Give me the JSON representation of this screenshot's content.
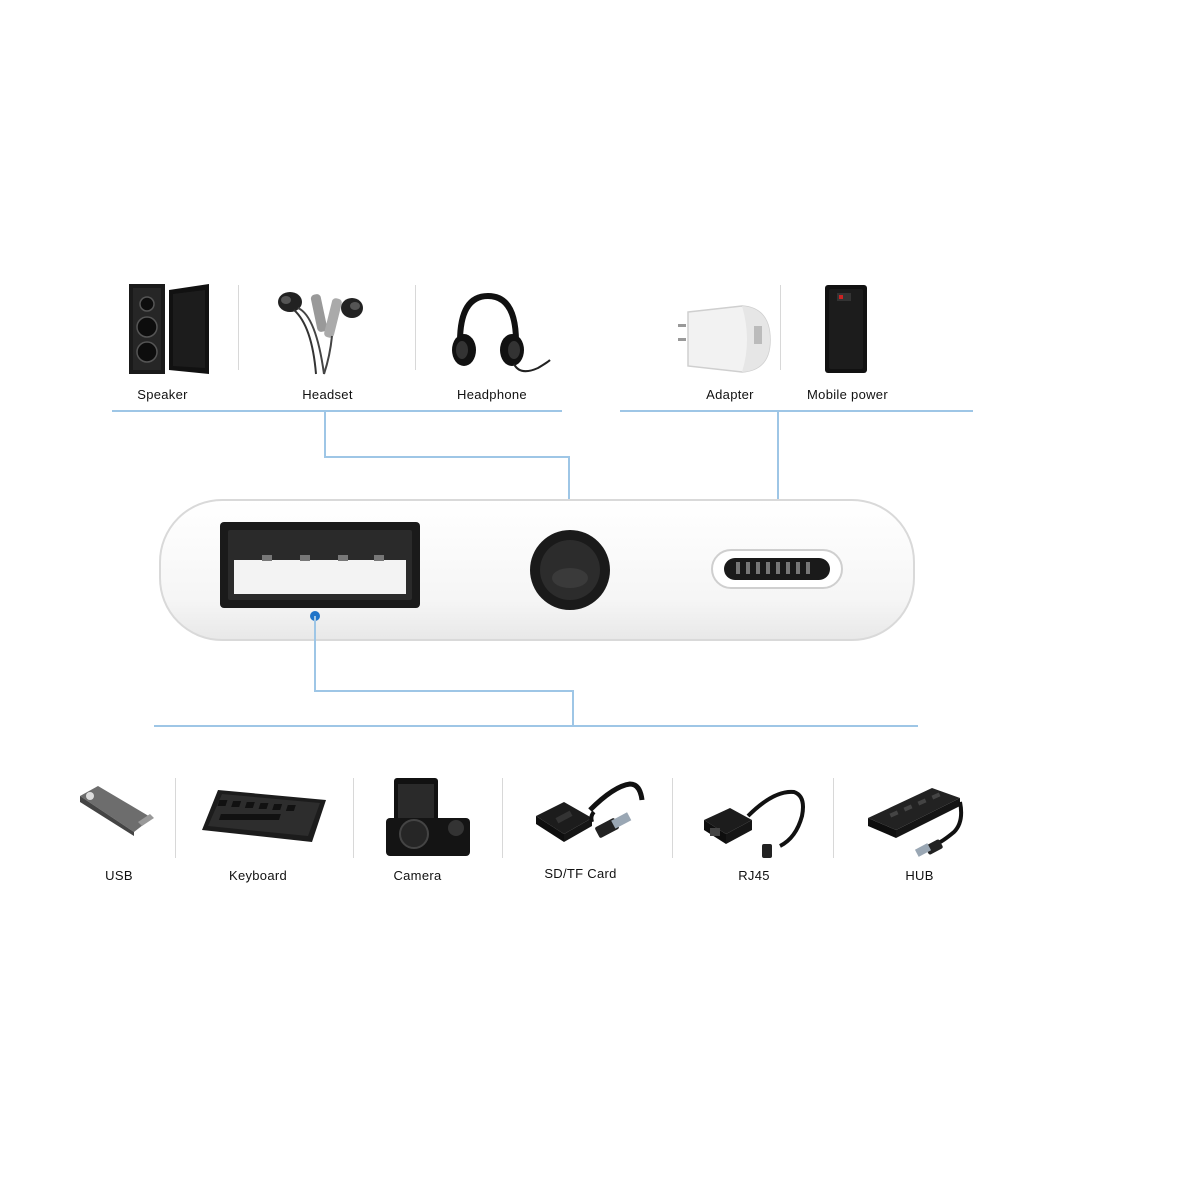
{
  "top_devices": [
    {
      "name": "speaker",
      "label": "Speaker",
      "icon": "speaker-icon"
    },
    {
      "name": "headset",
      "label": "Headset",
      "icon": "earphone-icon"
    },
    {
      "name": "headphone",
      "label": "Headphone",
      "icon": "headphone-icon"
    },
    {
      "name": "adapter",
      "label": "Adapter",
      "icon": "power-adapter-icon"
    },
    {
      "name": "mobile-power",
      "label": "Mobile power",
      "icon": "power-bank-icon"
    }
  ],
  "bottom_devices": [
    {
      "name": "usb",
      "label": "USB",
      "icon": "usb-drive-icon"
    },
    {
      "name": "keyboard",
      "label": "Keyboard",
      "icon": "keyboard-icon"
    },
    {
      "name": "camera",
      "label": "Camera",
      "icon": "camera-icon"
    },
    {
      "name": "sd-tf-card",
      "label": "SD/TF Card",
      "icon": "card-reader-icon"
    },
    {
      "name": "rj45",
      "label": "RJ45",
      "icon": "ethernet-adapter-icon"
    },
    {
      "name": "hub",
      "label": "HUB",
      "icon": "usb-hub-icon"
    }
  ],
  "colors": {
    "connector_line": "#9ec6e6",
    "connector_dot": "#1e73c8",
    "adapter_body": "#f7f7f7"
  }
}
